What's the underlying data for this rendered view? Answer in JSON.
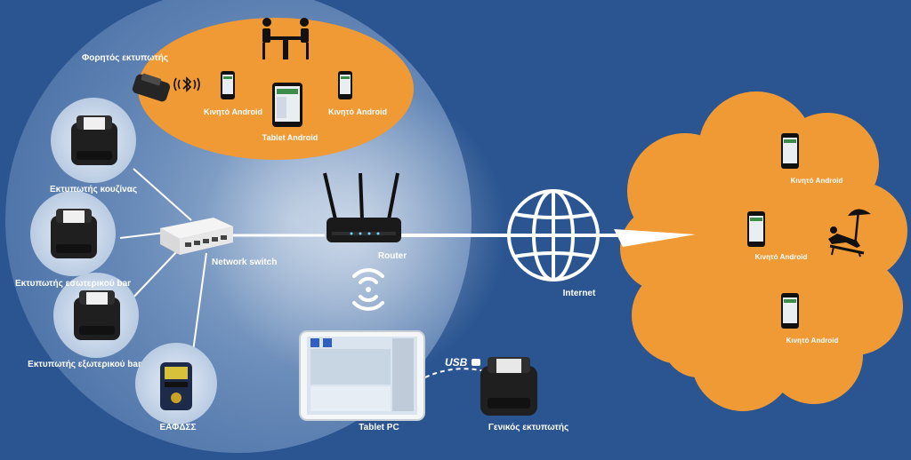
{
  "colors": {
    "background": "#2a5591",
    "zone_fill": "#9fb9d8",
    "orange": "#f09a35",
    "line": "#ffffff",
    "device_dark": "#1c1c1c",
    "label": "#ffffff"
  },
  "labels": {
    "mobile_printer": "Φορητός εκτυπωτής",
    "kitchen_printer": "Εκτυπωτής κουζίνας",
    "inner_bar_printer": "Εκτυπωτής εσωτερικού bar",
    "outer_bar_printer": "Εκτυπωτής εξωτερικού bar",
    "fiscal_device": "ΕΑΦΔΣΣ",
    "network_switch": "Network switch",
    "router": "Router",
    "internet": "Internet",
    "tablet_pc": "Tablet PC",
    "general_printer": "Γενικός εκτυπωτής",
    "usb": "USB",
    "local_phone_left": "Κινητό Android",
    "local_tablet": "Tablet Android",
    "local_phone_right": "Κινητό Android",
    "remote_phone_top": "Κινητό Android",
    "remote_phone_middle": "Κινητό Android",
    "remote_phone_bottom": "Κινητό Android"
  },
  "icons": {
    "table": "dining-table-icon",
    "bluetooth": "bluetooth-icon",
    "wifi": "wifi-icon",
    "globe": "globe-icon",
    "beach": "beach-lounger-icon"
  }
}
